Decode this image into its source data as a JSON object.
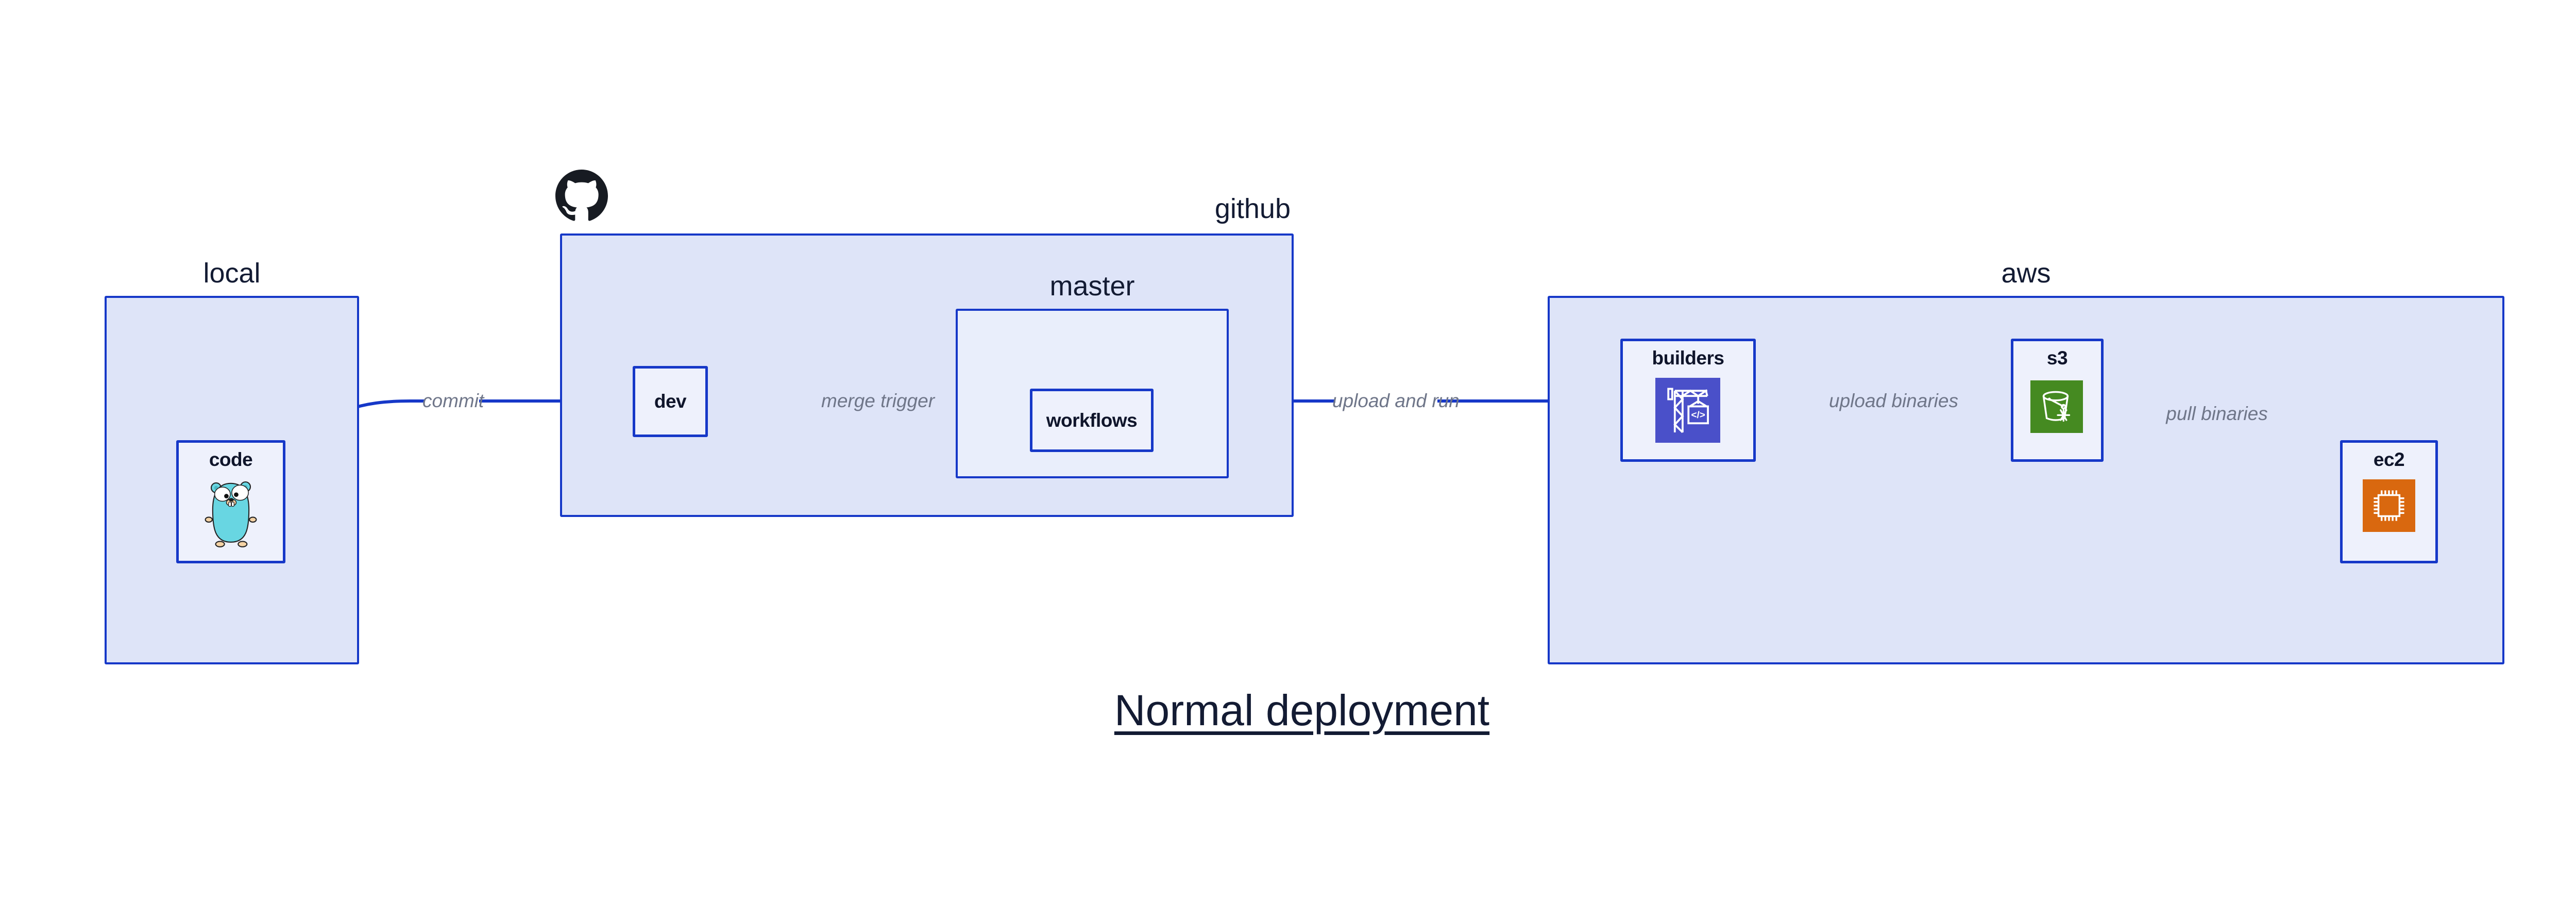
{
  "diagram": {
    "title": "Normal deployment",
    "zones": {
      "local": {
        "label": "local"
      },
      "github": {
        "label": "github"
      },
      "master": {
        "label": "master"
      },
      "aws": {
        "label": "aws"
      }
    },
    "nodes": {
      "code": {
        "label": "code",
        "icon": "go-gopher-icon"
      },
      "dev": {
        "label": "dev"
      },
      "workflows": {
        "label": "workflows"
      },
      "builders": {
        "label": "builders",
        "icon": "aws-codebuild-icon"
      },
      "s3": {
        "label": "s3",
        "icon": "aws-s3-glacier-icon"
      },
      "ec2": {
        "label": "ec2",
        "icon": "aws-ec2-icon"
      }
    },
    "edges": {
      "commit": {
        "label": "commit",
        "from": "code",
        "to": "dev"
      },
      "merge_trigger": {
        "label": "merge trigger",
        "from": "dev",
        "to": "workflows"
      },
      "upload_and_run": {
        "label": "upload and run",
        "from": "workflows",
        "to": "builders"
      },
      "upload_binaries": {
        "label": "upload binaries",
        "from": "builders",
        "to": "s3"
      },
      "pull_binaries": {
        "label": "pull binaries",
        "from": "s3",
        "to": "ec2"
      }
    },
    "icons": {
      "github_logo": "octocat-icon"
    },
    "colors": {
      "outline_blue": "#1638c8",
      "zone_fill": "#dee4f8",
      "master_fill": "#e9eefb",
      "node_fill": "#eef1fc",
      "edge_label_gray": "#6f7689",
      "text_dark": "#131b33",
      "codebuild_bg": "#4a50c9",
      "s3_glacier_bg": "#458a21",
      "ec2_bg": "#d9680f",
      "octocat_black": "#171b22",
      "gopher_teal": "#68d6e2"
    }
  }
}
